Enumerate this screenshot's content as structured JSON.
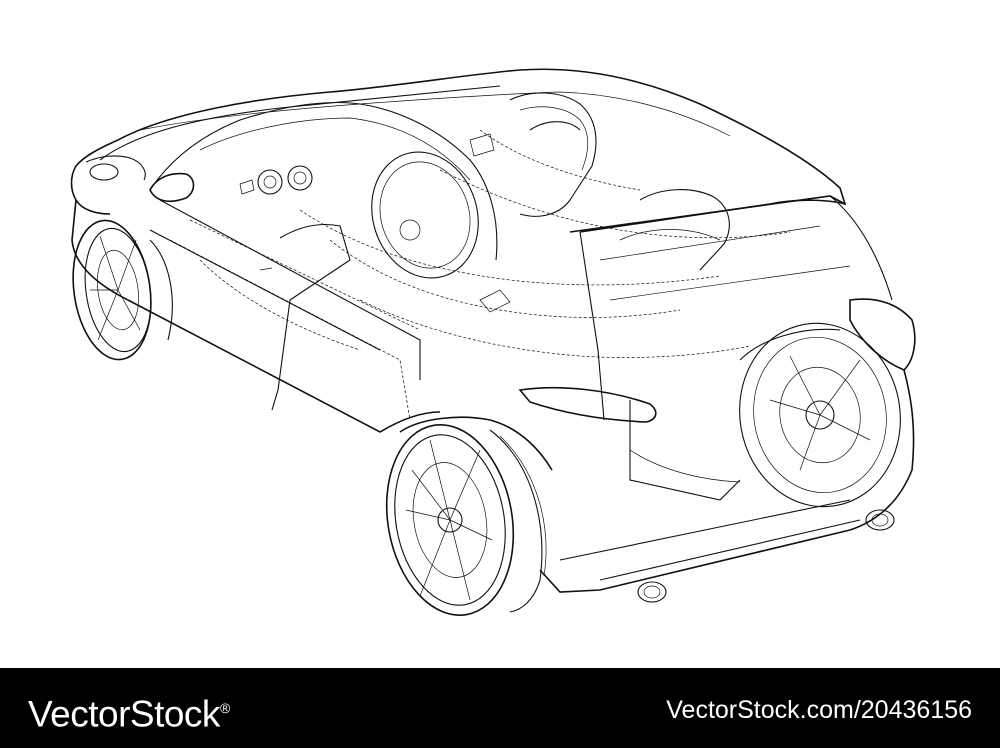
{
  "illustration": {
    "subject": "car-wireframe-drawing",
    "colors": {
      "background": "#ffffff",
      "line": "#111111"
    }
  },
  "watermark": {
    "brand": "VectorStock",
    "registered_mark": "®",
    "image_id": "VectorStock.com/20436156",
    "colors": {
      "band": "#000000",
      "text": "#ffffff"
    }
  }
}
